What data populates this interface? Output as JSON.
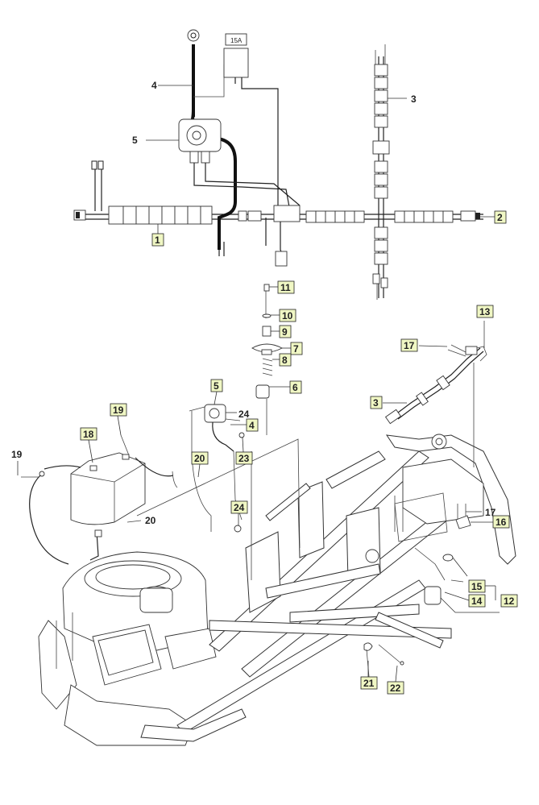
{
  "diagram": {
    "fuse_rating": "15A",
    "callouts_harness": [
      {
        "id": "c1",
        "label": "1",
        "boxed": true
      },
      {
        "id": "c2",
        "label": "2",
        "boxed": true
      },
      {
        "id": "c3",
        "label": "3",
        "boxed": false
      },
      {
        "id": "c4",
        "label": "4",
        "boxed": false
      },
      {
        "id": "c5",
        "label": "5",
        "boxed": false
      }
    ],
    "callouts_chassis": [
      {
        "id": "c11",
        "label": "11",
        "boxed": true
      },
      {
        "id": "c10",
        "label": "10",
        "boxed": true
      },
      {
        "id": "c9",
        "label": "9",
        "boxed": true
      },
      {
        "id": "c7",
        "label": "7",
        "boxed": true
      },
      {
        "id": "c8",
        "label": "8",
        "boxed": true
      },
      {
        "id": "c6",
        "label": "6",
        "boxed": true
      },
      {
        "id": "c5b",
        "label": "5",
        "boxed": true
      },
      {
        "id": "c24a",
        "label": "24",
        "boxed": false
      },
      {
        "id": "c4b",
        "label": "4",
        "boxed": true
      },
      {
        "id": "c23",
        "label": "23",
        "boxed": true
      },
      {
        "id": "c19a",
        "label": "19",
        "boxed": true
      },
      {
        "id": "c18",
        "label": "18",
        "boxed": true
      },
      {
        "id": "c19b",
        "label": "19",
        "boxed": false
      },
      {
        "id": "c20a",
        "label": "20",
        "boxed": true
      },
      {
        "id": "c20b",
        "label": "20",
        "boxed": false
      },
      {
        "id": "c24b",
        "label": "24",
        "boxed": true
      },
      {
        "id": "c13",
        "label": "13",
        "boxed": true
      },
      {
        "id": "c17a",
        "label": "17",
        "boxed": true
      },
      {
        "id": "c3b",
        "label": "3",
        "boxed": true
      },
      {
        "id": "c17b",
        "label": "17",
        "boxed": false
      },
      {
        "id": "c16",
        "label": "16",
        "boxed": true
      },
      {
        "id": "c15",
        "label": "15",
        "boxed": true
      },
      {
        "id": "c14",
        "label": "14",
        "boxed": true
      },
      {
        "id": "c12",
        "label": "12",
        "boxed": true
      },
      {
        "id": "c21",
        "label": "21",
        "boxed": true
      },
      {
        "id": "c22",
        "label": "22",
        "boxed": true
      }
    ]
  }
}
